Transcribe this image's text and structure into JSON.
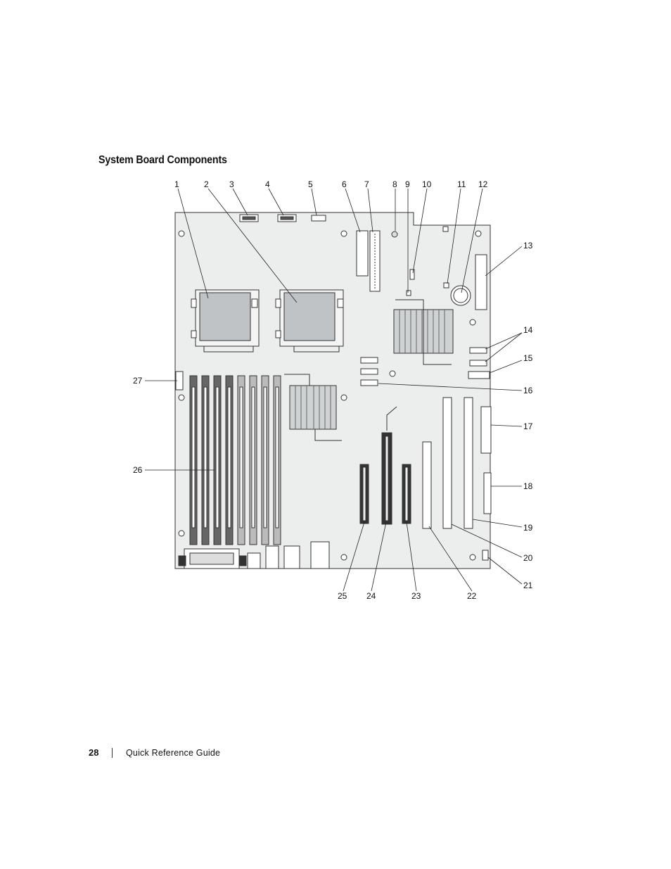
{
  "page": {
    "section_title": "System Board Components",
    "footer": {
      "page_number": "28",
      "guide_title": "Quick Reference Guide"
    }
  },
  "callouts": [
    "1",
    "2",
    "3",
    "4",
    "5",
    "6",
    "7",
    "8",
    "9",
    "10",
    "11",
    "12",
    "13",
    "14",
    "15",
    "16",
    "17",
    "18",
    "19",
    "20",
    "21",
    "22",
    "23",
    "24",
    "25",
    "26",
    "27"
  ]
}
